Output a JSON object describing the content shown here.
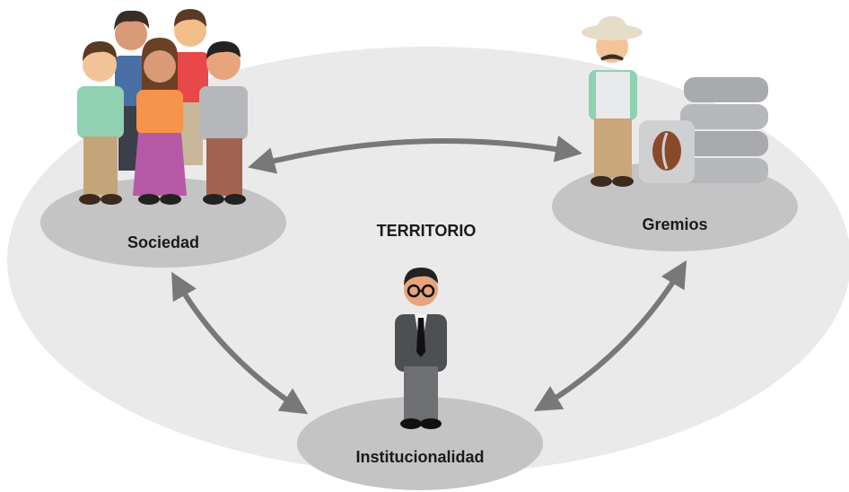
{
  "diagram": {
    "center_label": "TERRITORIO",
    "nodes": [
      {
        "id": "sociedad",
        "label": "Sociedad",
        "icon": "people-group-icon"
      },
      {
        "id": "gremios",
        "label": "Gremios",
        "icon": "farmer-coffee-sacks-icon"
      },
      {
        "id": "institucionalidad",
        "label": "Institucionalidad",
        "icon": "official-man-icon"
      }
    ],
    "edges": [
      {
        "from": "sociedad",
        "to": "gremios",
        "type": "bidirectional"
      },
      {
        "from": "sociedad",
        "to": "institucionalidad",
        "type": "bidirectional"
      },
      {
        "from": "gremios",
        "to": "institucionalidad",
        "type": "bidirectional"
      }
    ],
    "colors": {
      "territory_fill": "#eaeaea",
      "node_fill": "#c4c4c4",
      "arrow": "#787878",
      "text": "#1a1a1a"
    }
  }
}
